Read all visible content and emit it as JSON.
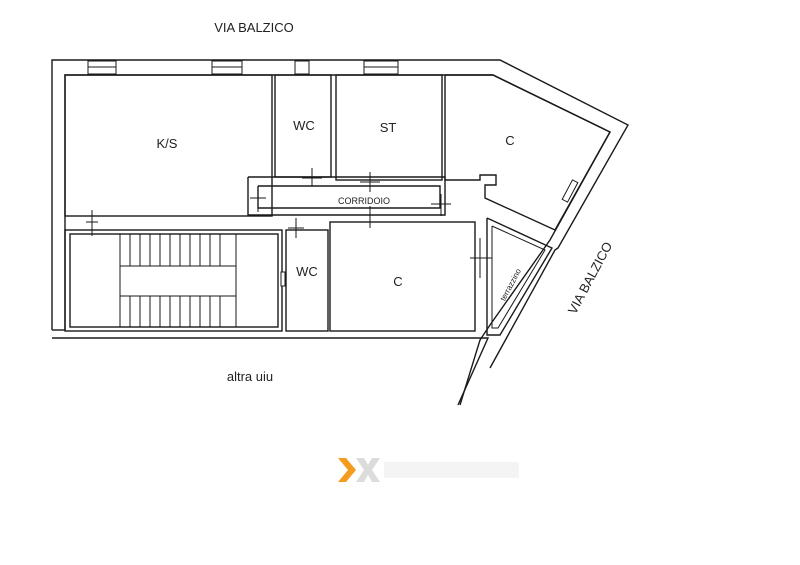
{
  "streets": {
    "top": "VIA BALZICO",
    "right": "VIA BALZICO"
  },
  "neighbor": "altra uiu",
  "rooms": {
    "ks": "K/S",
    "wc_top": "WC",
    "st": "ST",
    "c_right": "C",
    "corridor": "CORRIDOIO",
    "wc_bottom": "WC",
    "c_bottom": "C",
    "terrace": "terrazzino"
  },
  "colors": {
    "logo_orange": "#f39c1e",
    "logo_grey": "#dcdcdc"
  },
  "logo": {
    "icon": "chevron-x-logo-icon"
  }
}
